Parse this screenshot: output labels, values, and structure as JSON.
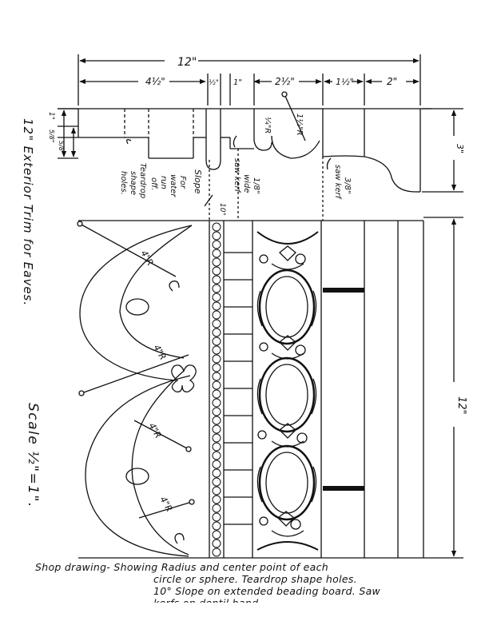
{
  "drawing": {
    "dimensions": {
      "overall_width": "12\"",
      "seg_1": "4½\"",
      "seg_2": "½\"",
      "seg_3": "1\"",
      "seg_4": "2½\"",
      "seg_5": "1½\"",
      "seg_6": "2\"",
      "height_right": "3\"",
      "height_long": "12\"",
      "left_a": "1\"",
      "left_b": "5/8\"",
      "left_c": "5/8\""
    },
    "radius_labels": {
      "small_a": "¼\"R",
      "small_b": "1½\"R",
      "r4_top": "4\"R",
      "r4_mid": "4\"R",
      "r4_lower": "4\"R",
      "r4_bottom": "4\"R"
    },
    "annotations": {
      "teardrop": [
        "Teardrop",
        "shape",
        "holes."
      ],
      "water": [
        "For",
        "water",
        "run",
        "off."
      ],
      "slope": [
        "Slope"
      ],
      "slope_deg": "10°",
      "kerf_wide": [
        "1/8\"",
        "wide",
        "saw kerf"
      ],
      "kerf_right": [
        "3/8\"",
        "saw kerf"
      ]
    },
    "title": "12\" Exterior Trim for Eaves.",
    "scale": "Scale ½\"=1\"."
  },
  "caption": {
    "line1": "Shop drawing- Showing Radius and center point of each",
    "line2": "circle or sphere.  Teardrop shape holes.",
    "line3": "10° Slope on extended beading board.  Saw",
    "line4": "kerfs on dentil band"
  }
}
